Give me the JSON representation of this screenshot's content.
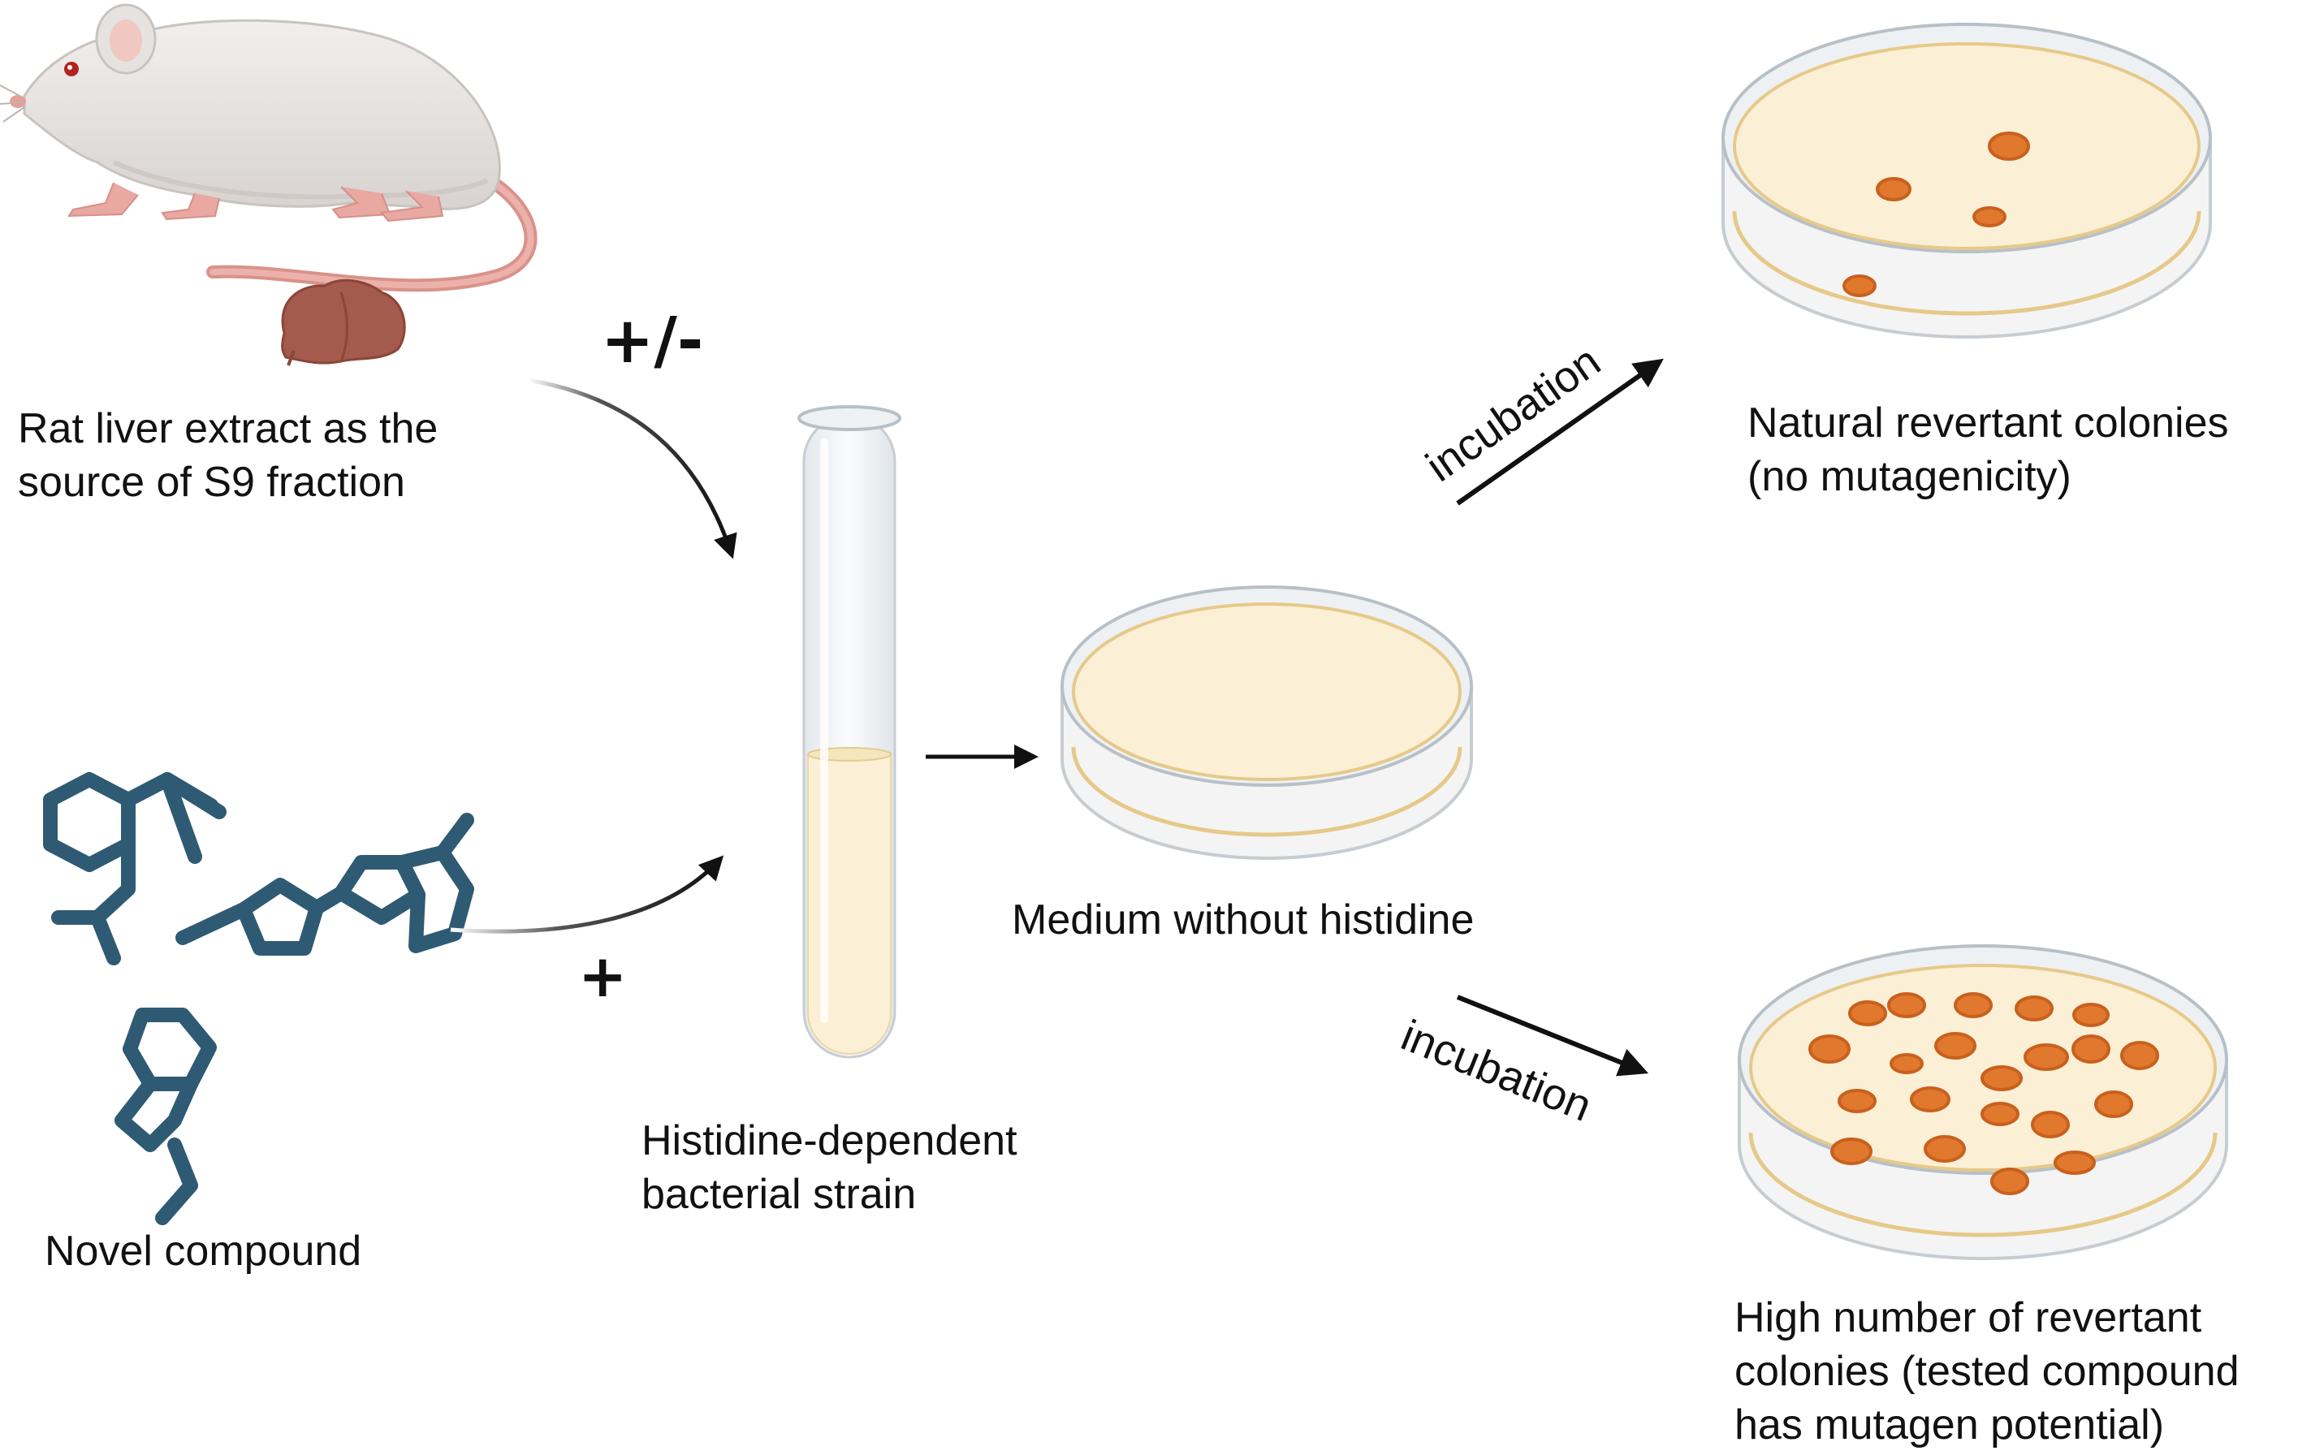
{
  "labels": {
    "rat_line1": "Rat liver extract as the",
    "rat_line2": "source of S9 fraction",
    "plus_minus": "+/-",
    "plus": "+",
    "compound": "Novel compound",
    "tube_line1": "Histidine-dependent",
    "tube_line2": "bacterial strain",
    "medium": "Medium without histidine",
    "incubation_top": "incubation",
    "incubation_bottom": "incubation",
    "natural_line1": "Natural revertant colonies",
    "natural_line2": "(no mutagenicity)",
    "high_line1": "High number of revertant",
    "high_line2": "colonies (tested compound",
    "high_line3": "has mutagen potential)"
  },
  "icons": {
    "rat": "rat-icon",
    "liver": "liver-icon",
    "molecules": "molecule-icon",
    "tube": "test-tube-icon",
    "dish": "petri-dish-icon"
  },
  "colors": {
    "text": "#111111",
    "molecule": "#2f5a73",
    "medium": "#fbf0d6",
    "colony": "#e0782e",
    "colony_edge": "#c9601d",
    "liver": "#a45a4c",
    "rat_body": "#e9e6e4",
    "rat_pink": "#e9a8a2"
  }
}
